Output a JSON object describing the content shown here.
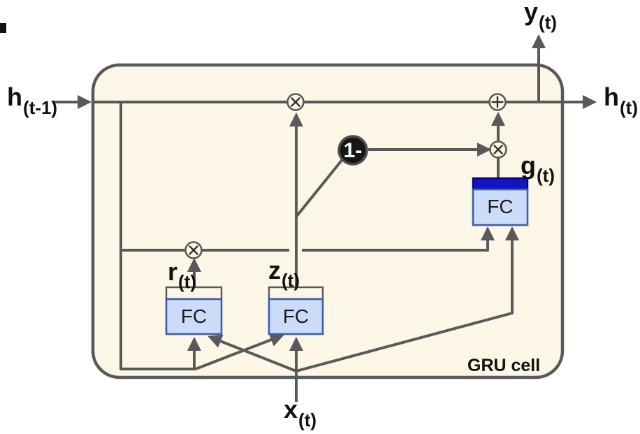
{
  "diagram": {
    "title": "GRU cell",
    "labels": {
      "h_prev": {
        "base": "h",
        "sub": "(t-1)"
      },
      "h_out": {
        "base": "h",
        "sub": "(t)"
      },
      "y_out": {
        "base": "y",
        "sub": "(t)"
      },
      "x_in": {
        "base": "x",
        "sub": "(t)"
      },
      "r_gate": {
        "base": "r",
        "sub": "(t)"
      },
      "z_gate": {
        "base": "z",
        "sub": "(t)"
      },
      "g_gate": {
        "base": "g",
        "sub": "(t)"
      }
    },
    "nodes": {
      "fc_label": "FC",
      "one_minus": "1-",
      "multiply_icon": "circled-times",
      "add_icon": "circled-plus"
    },
    "colors": {
      "cell_fill": "#FBF6E5",
      "line": "#595959",
      "fc_fill": "#CBDCF8",
      "fc_border": "#3D5EA8",
      "reset_bar": "#F4A2A8",
      "update_bar": "#F4A2A8",
      "candidate_bar": "#1414C6",
      "one_minus_fill": "#161616",
      "label_text": "#111111"
    }
  }
}
